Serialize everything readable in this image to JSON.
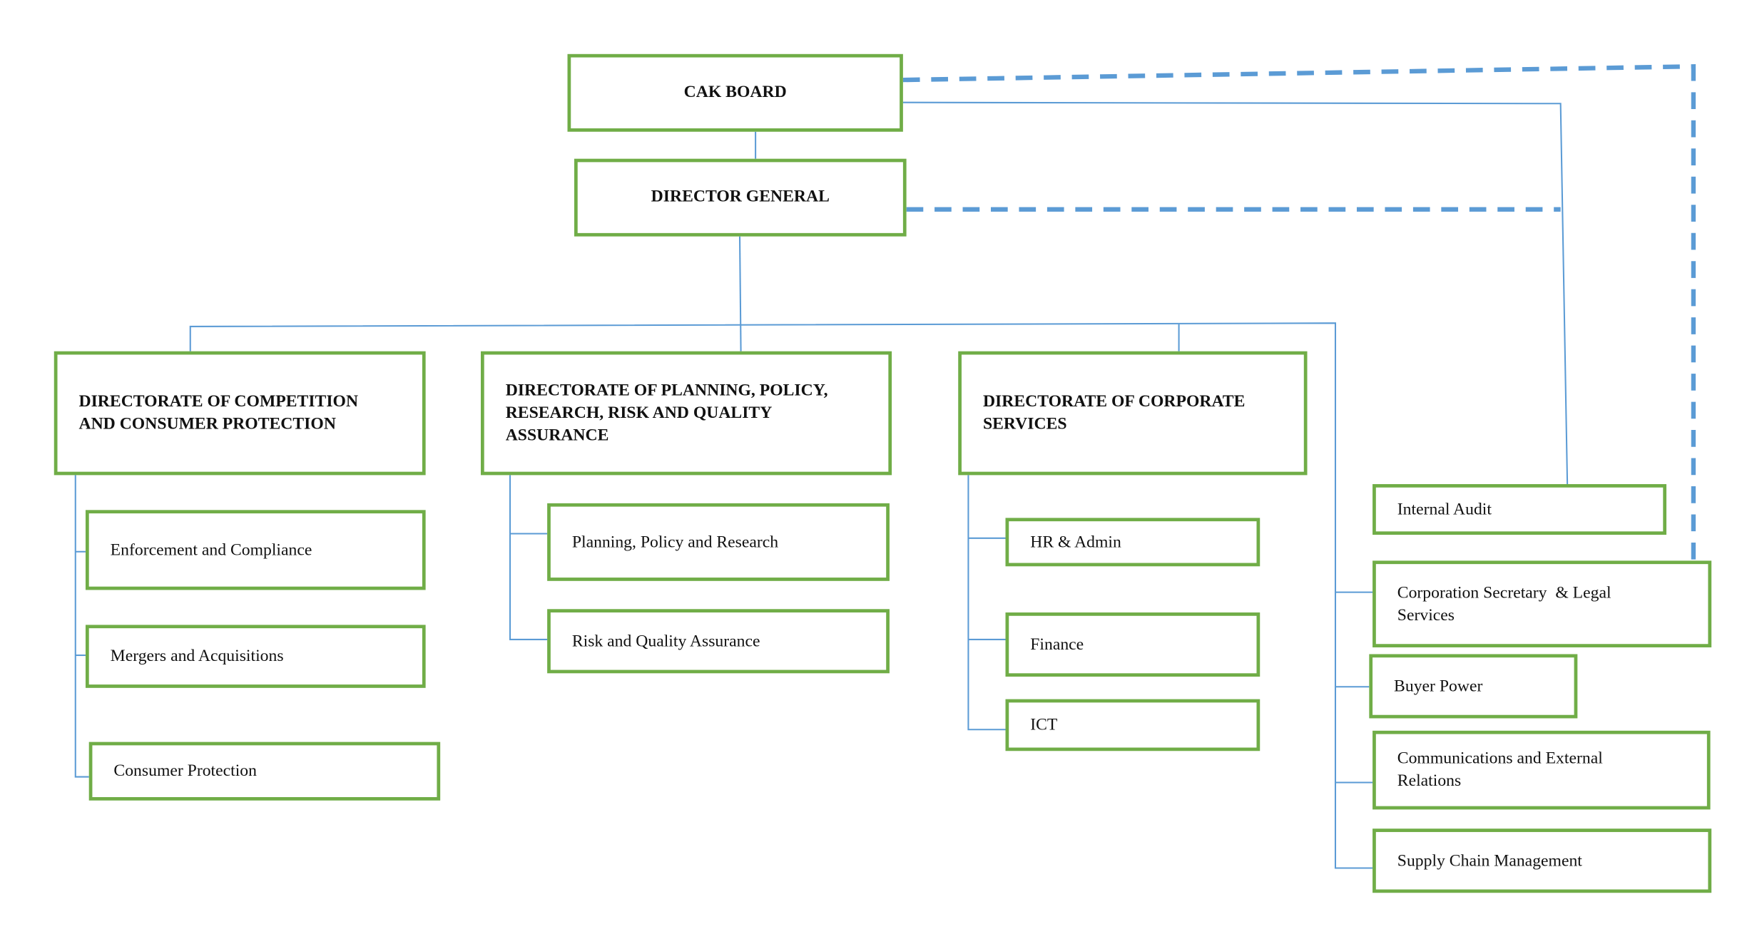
{
  "chart": {
    "board": "CAK BOARD",
    "director_general": "DIRECTOR GENERAL",
    "directorates": {
      "competition": {
        "title_line1": "DIRECTORATE OF COMPETITION",
        "title_line2": "AND CONSUMER PROTECTION",
        "units": [
          "Enforcement and Compliance",
          "Mergers and Acquisitions",
          "Consumer Protection"
        ]
      },
      "planning": {
        "title_line1": "DIRECTORATE OF PLANNING, POLICY,",
        "title_line2": "RESEARCH, RISK AND QUALITY",
        "title_line3": "ASSURANCE",
        "units": [
          "Planning, Policy and Research",
          "Risk and Quality Assurance"
        ]
      },
      "corporate": {
        "title_line1": "DIRECTORATE OF CORPORATE",
        "title_line2": "SERVICES",
        "units": [
          "HR & Admin",
          "Finance",
          "ICT"
        ]
      }
    },
    "independent_units": {
      "internal_audit": "Internal Audit",
      "corporation_secretary_line1": "Corporation Secretary  & Legal",
      "corporation_secretary_line2": "Services",
      "buyer_power": "Buyer Power",
      "communications_line1": "Communications and External",
      "communications_line2": "Relations",
      "supply_chain": "Supply Chain Management"
    },
    "colors": {
      "box_border": "#70ad47",
      "connector": "#5b9bd5"
    }
  }
}
